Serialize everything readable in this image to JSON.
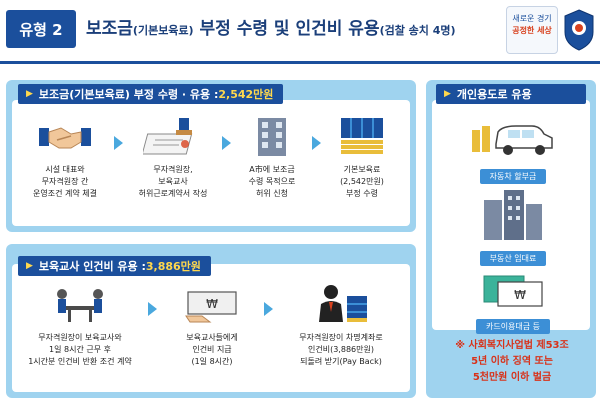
{
  "header": {
    "badge": "유형 2",
    "title_main": "보조금",
    "title_sub": "(기본보육료)",
    "title_rest": " 부정 수령 및 인건비 유용",
    "title_tail": "(검찰 송치 4명)",
    "logo_line1": "새로운 경기",
    "logo_line2": "공정한 세상"
  },
  "section1": {
    "label_pre": "보조금(기본보육료) 부정 수령 · 유용 : ",
    "label_amount": "2,542만원",
    "steps": [
      {
        "line1": "시설 대표와",
        "line2": "무자격원장 간",
        "line3": "운영조건 계약 체결"
      },
      {
        "line1": "무자격원장,",
        "line2": "보육교사",
        "line3": "허위근로계약서 작성"
      },
      {
        "line1": "A市에 보조금",
        "line2": "수령 목적으로",
        "line3": "허위 신청"
      },
      {
        "line1": "기본보육료",
        "line2": "(2,542만원)",
        "line3": "부정 수령"
      }
    ]
  },
  "section2": {
    "label_pre": "보육교사 인건비 유용 : ",
    "label_amount": "3,886만원",
    "steps": [
      {
        "line1": "무자격원장이 보육교사와",
        "line2": "1일 8시간 근무 후",
        "line3": "1시간분 인건비 반환 조건 계약"
      },
      {
        "line1": "보육교사들에게",
        "line2": "인건비 지급",
        "line3": "(1일 8시간)"
      },
      {
        "line1": "무자격원장이 차명계좌로",
        "line2": "인건비(3,886만원)",
        "line3": "되돌려 받기(Pay Back)"
      }
    ]
  },
  "section3": {
    "label": "개인용도로 유용",
    "items": [
      {
        "label": "자동차 할부금"
      },
      {
        "label": "부동산 임대료"
      },
      {
        "label": "카드이용대금 등"
      }
    ],
    "law_line1": "※ 사회복지사업법 제53조",
    "law_line2": "5년 이하 징역 또는",
    "law_line3": "5천만원 이하 벌금"
  },
  "colors": {
    "primary": "#1b4f9c",
    "panel": "#9fd3ef",
    "highlight": "#ffd84d",
    "warning": "#d8321a"
  }
}
